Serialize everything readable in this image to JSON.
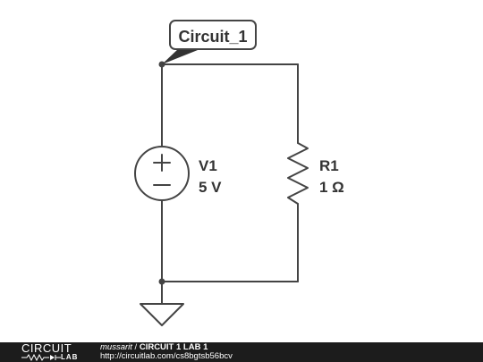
{
  "diagram": {
    "net_label": "Circuit_1",
    "source": {
      "name": "V1",
      "value": "5 V"
    },
    "resistor": {
      "name": "R1",
      "value": "1 Ω"
    },
    "wire_color": "#444444",
    "text_color": "#333333"
  },
  "footer": {
    "logo_top": "CIRCUIT",
    "logo_bottom": "LAB",
    "author": "mussarit",
    "separator": " / ",
    "title": "CIRCUIT 1 LAB 1",
    "url": "http://circuitlab.com/cs8bgtsb56bcv",
    "background": "#1c1c1c"
  }
}
